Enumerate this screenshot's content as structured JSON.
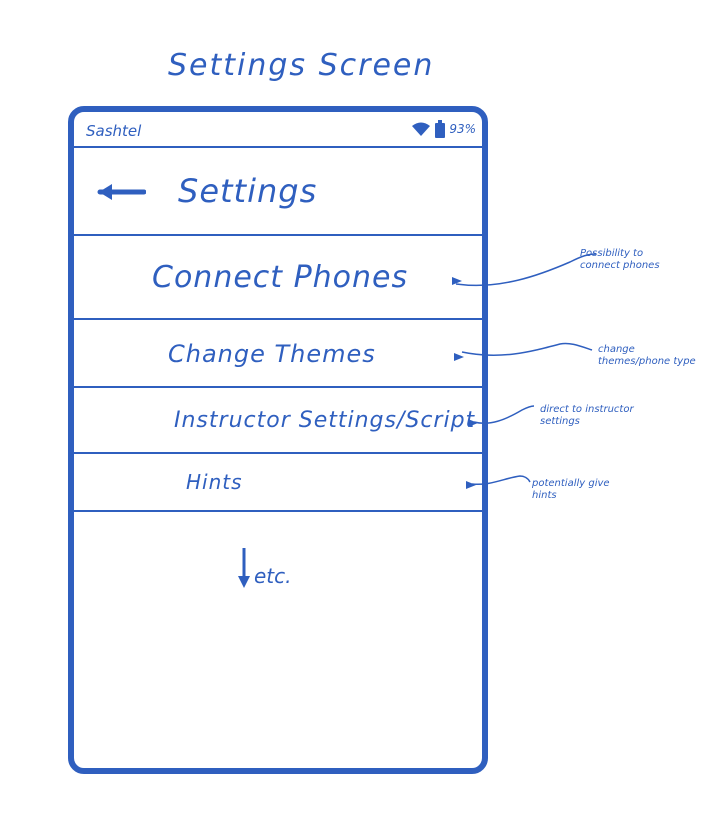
{
  "sketch_title": "Settings Screen",
  "status_bar": {
    "carrier": "Sashtel",
    "battery": "93%",
    "icons": [
      "wifi-icon",
      "battery-icon"
    ]
  },
  "header": {
    "title": "Settings",
    "back_icon": "back-arrow-icon"
  },
  "menu": [
    {
      "label": "Connect Phones"
    },
    {
      "label": "Change Themes"
    },
    {
      "label": "Instructor Settings/Script"
    },
    {
      "label": "Hints"
    }
  ],
  "more_text": "etc.",
  "annotations": [
    "Possibility to connect phones",
    "change themes/phone type",
    "direct to instructor settings",
    "potentially give hints"
  ],
  "colors": {
    "ink": "#2f5fbf",
    "background": "#ffffff"
  }
}
